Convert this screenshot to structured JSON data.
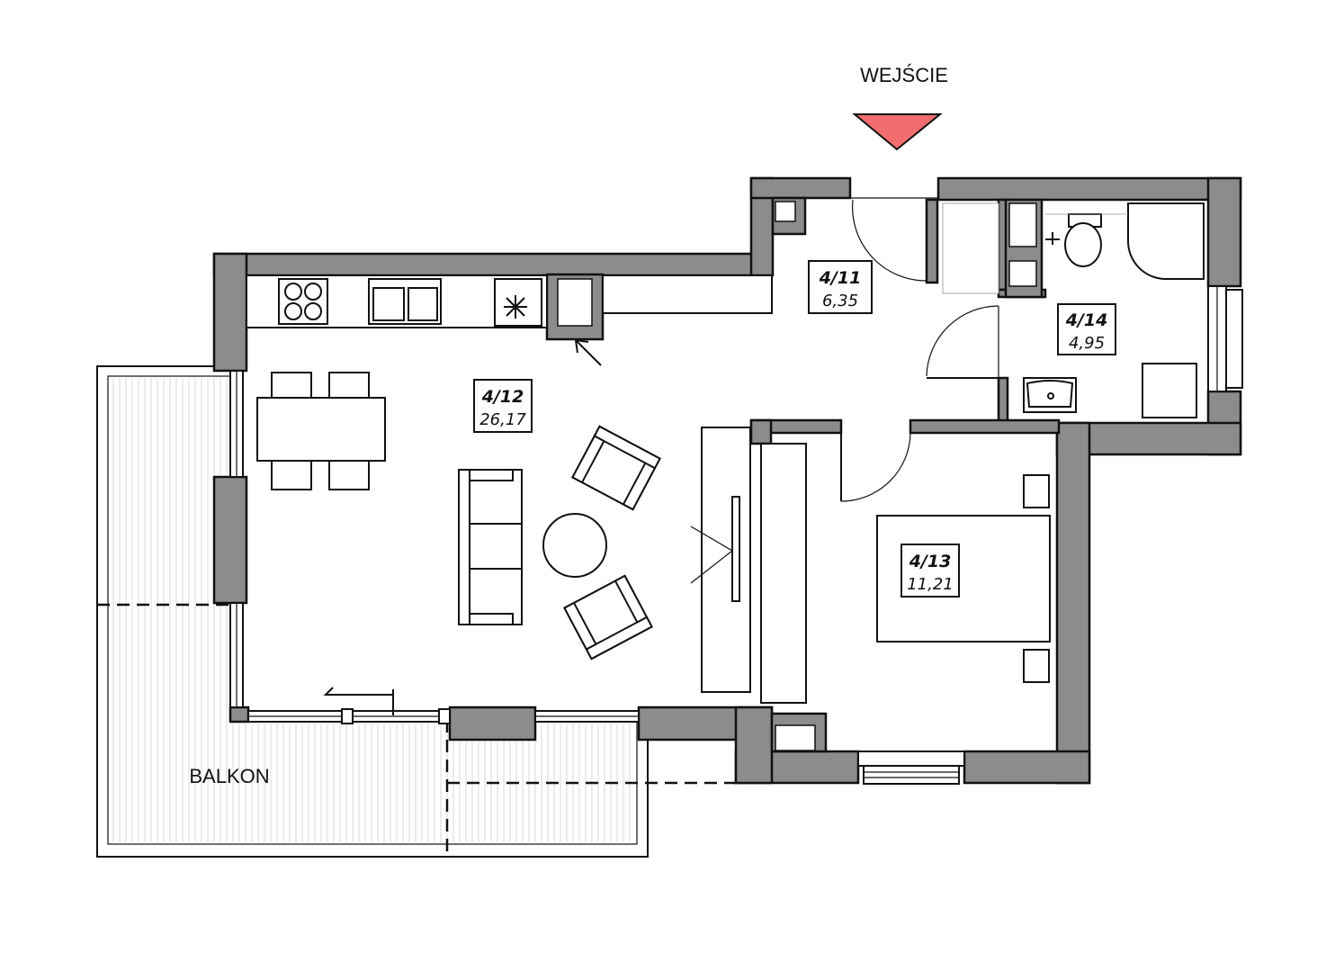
{
  "entrance": {
    "label": "WEJŚCIE",
    "arrow_color": "#f26d6d"
  },
  "balcony": {
    "label": "BALKON"
  },
  "rooms": [
    {
      "id": "4/11",
      "area": "6,35"
    },
    {
      "id": "4/12",
      "area": "26,17"
    },
    {
      "id": "4/13",
      "area": "11,21"
    },
    {
      "id": "4/14",
      "area": "4,95"
    }
  ],
  "colors": {
    "wall": "#8c8c8c",
    "line": "#111111",
    "background": "#ffffff"
  }
}
